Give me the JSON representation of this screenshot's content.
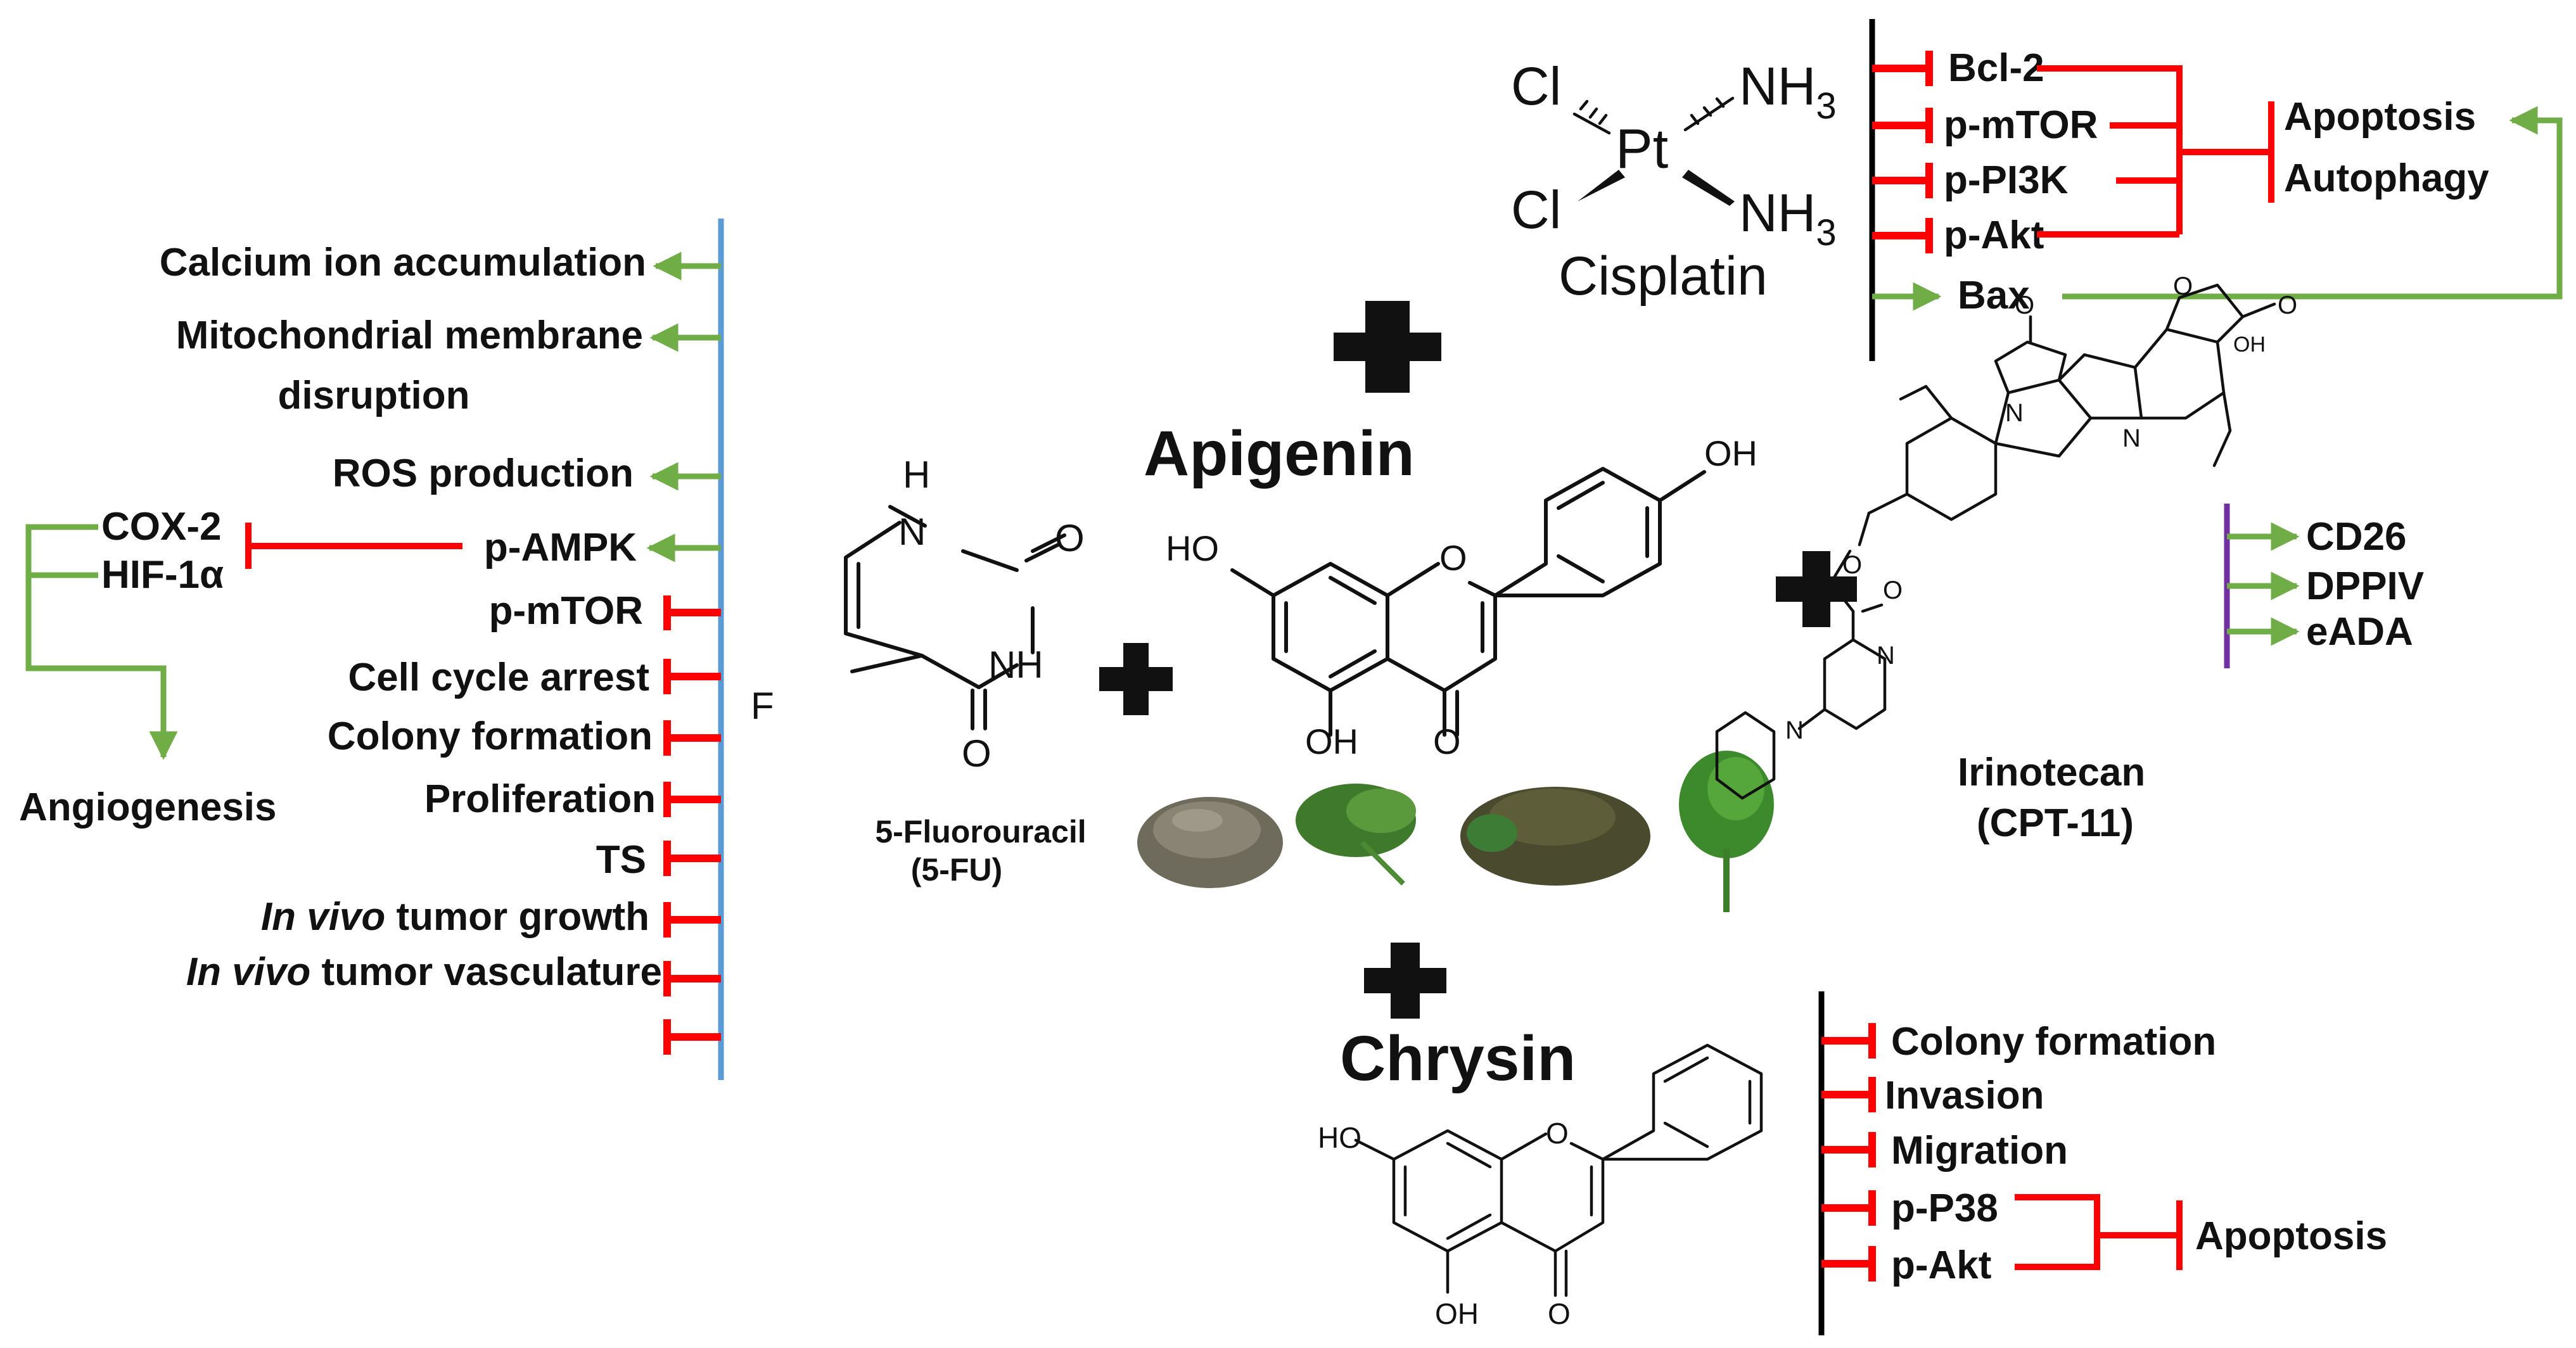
{
  "colors": {
    "activate": "#70ad47",
    "inhibit": "#ff0000",
    "fu_axis": "#5b9bd5",
    "irinotecan_axis": "#7030a0",
    "axis_black": "#000000"
  },
  "center": {
    "apigenin_title": "Apigenin",
    "apigenin_structure": {
      "oh_top": "OH",
      "ho_left": "HO",
      "o_ring": "O",
      "oh_bottom": "OH",
      "o_carbonyl": "O"
    },
    "herb_images": [
      "herb-pile-dark",
      "herb-leaf-green",
      "herb-pile-mixed",
      "parsley-bunch"
    ]
  },
  "fluorouracil": {
    "name_line1": "5-Fluorouracil",
    "name_line2": "(5-FU)",
    "structure": {
      "h": "H",
      "n1": "N",
      "o1": "O",
      "nh": "NH",
      "f": "F",
      "o2": "O"
    },
    "effects": [
      {
        "label": "Calcium ion accumulation",
        "type": "activate"
      },
      {
        "label": "Mitochondrial membrane",
        "type": "activate"
      },
      {
        "label": "disruption",
        "type": "none"
      },
      {
        "label": "ROS production",
        "type": "activate"
      },
      {
        "label": "p-AMPK",
        "type": "activate"
      },
      {
        "label": "p-mTOR",
        "type": "inhibit"
      },
      {
        "label": "Cell cycle arrest",
        "type": "inhibit"
      },
      {
        "label": "Colony formation",
        "type": "inhibit"
      },
      {
        "label": "Proliferation",
        "type": "inhibit"
      },
      {
        "label": "TS",
        "type": "inhibit"
      },
      {
        "italic": "In vivo",
        "rest": " tumor growth",
        "type": "inhibit"
      },
      {
        "italic": "In vivo",
        "rest": " tumor vasculature",
        "type": "inhibit"
      }
    ],
    "ampk_targets": [
      "COX-2",
      "HIF-1α"
    ],
    "angiogenesis": "Angiogenesis"
  },
  "cisplatin": {
    "name": "Cisplatin",
    "structure": {
      "cl1": "Cl",
      "cl2": "Cl",
      "pt": "Pt",
      "nh3_1": "NH",
      "nh3_2": "NH",
      "sub3": "3"
    },
    "inhibits": [
      "Bcl-2",
      "p-mTOR",
      "p-PI3K",
      "p-Akt"
    ],
    "activates": [
      "Bax"
    ],
    "outcomes": [
      "Apoptosis",
      "Autophagy"
    ]
  },
  "irinotecan": {
    "name_line1": "Irinotecan",
    "name_line2": "(CPT-11)",
    "structure": {
      "o_ketone": "O",
      "o_ring": "O",
      "o_lactone": "O",
      "oh": "OH",
      "n1": "N",
      "n2": "N",
      "o_ester1": "O",
      "o_ester2": "O",
      "n3": "N",
      "n4": "N"
    },
    "effects": [
      "CD26",
      "DPPIV",
      "eADA"
    ]
  },
  "chrysin": {
    "title": "Chrysin",
    "structure": {
      "ho": "HO",
      "o_ring": "O",
      "oh": "OH",
      "o_carbonyl": "O"
    },
    "inhibits": [
      "Colony formation",
      "Invasion",
      "Migration",
      "p-P38",
      "p-Akt"
    ],
    "outcome": "Apoptosis"
  }
}
